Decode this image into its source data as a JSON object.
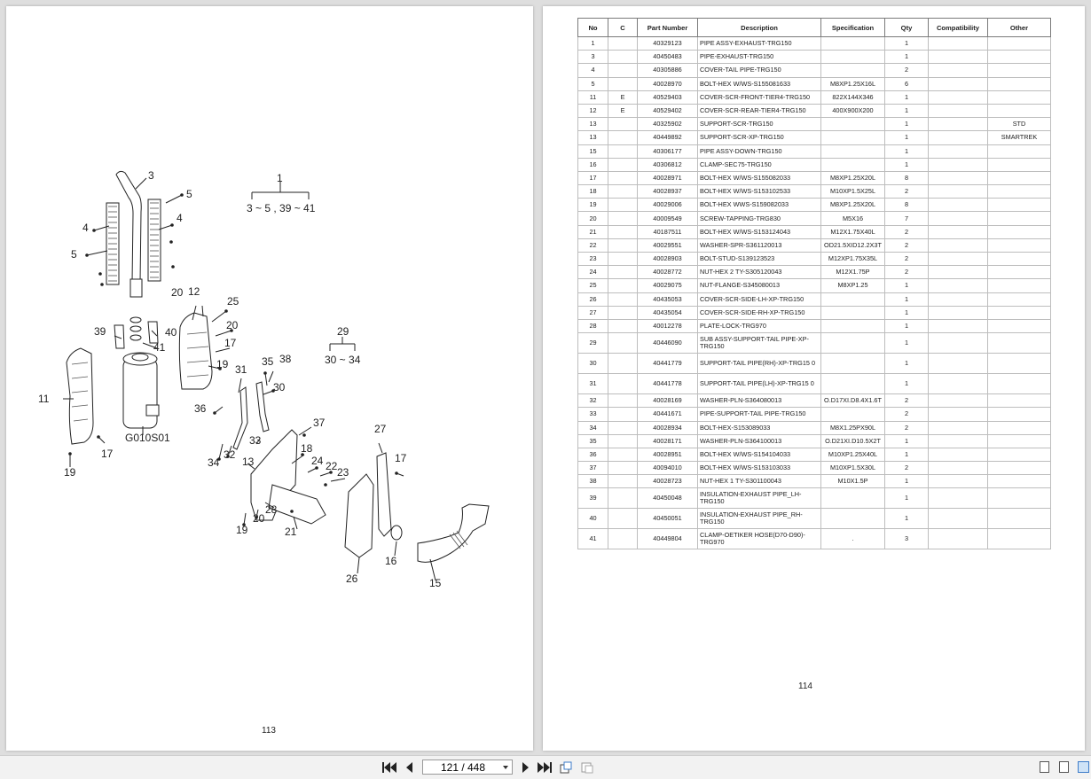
{
  "viewer": {
    "page_indicator": "121 / 448",
    "icons": {
      "first": "first-page-icon",
      "prev": "previous-page-icon",
      "next": "next-page-icon",
      "last": "last-page-icon",
      "rotate": "rotate-view-icon",
      "fit": "fit-page-icon",
      "single": "single-page-view-icon",
      "continuous": "continuous-view-icon",
      "facing": "facing-pages-view-icon"
    }
  },
  "left_page": {
    "page_number": "113",
    "callouts": {
      "c1": "1",
      "c1_range": "3 ~ 5 , 39 ~ 41",
      "c29": "29",
      "c29_range": "30 ~ 34",
      "c3": "3",
      "c5a": "5",
      "c4a": "4",
      "c4b": "4",
      "c5b": "5",
      "c20a": "20",
      "c12": "12",
      "c25": "25",
      "c20b": "20",
      "c17a": "17",
      "c39": "39",
      "c40": "40",
      "c41": "41",
      "c19a": "19",
      "c31": "31",
      "c35": "35",
      "c38": "38",
      "c30": "30",
      "c36": "36",
      "c11": "11",
      "model": "G010S01",
      "c17b": "17",
      "c19b": "19",
      "c37": "37",
      "c33": "33",
      "c18": "18",
      "c27": "27",
      "c17c": "17",
      "c34": "34",
      "c32": "32",
      "c13": "13",
      "c24": "24",
      "c22": "22",
      "c23": "23",
      "c28": "28",
      "c20c": "20",
      "c19c": "19",
      "c21": "21",
      "c16": "16",
      "c26": "26",
      "c15": "15"
    }
  },
  "right_page": {
    "page_number": "114",
    "headers": [
      "No",
      "C",
      "Part Number",
      "Description",
      "Specification",
      "Qty",
      "Compatibility",
      "Other"
    ],
    "rows": [
      [
        "1",
        "",
        "40329123",
        "PIPE ASSY-EXHAUST-TRG150",
        "",
        "1",
        "",
        ""
      ],
      [
        "3",
        "",
        "40450483",
        "PIPE-EXHAUST-TRG150",
        "",
        "1",
        "",
        ""
      ],
      [
        "4",
        "",
        "40305886",
        "COVER-TAIL PIPE-TRG150",
        "",
        "2",
        "",
        ""
      ],
      [
        "5",
        "",
        "40028970",
        "BOLT-HEX W/WS-S155081633",
        "M8XP1.25X16L",
        "6",
        "",
        ""
      ],
      [
        "11",
        "E",
        "40529403",
        "COVER-SCR-FRONT-TIER4-TRG150",
        "822X144X346",
        "1",
        "",
        ""
      ],
      [
        "12",
        "E",
        "40529402",
        "COVER-SCR-REAR-TIER4-TRG150",
        "400X900X200",
        "1",
        "",
        ""
      ],
      [
        "13",
        "",
        "40325902",
        "SUPPORT-SCR-TRG150",
        "",
        "1",
        "",
        "STD"
      ],
      [
        "13",
        "",
        "40449892",
        "SUPPORT-SCR-XP-TRG150",
        "",
        "1",
        "",
        "SMARTREK"
      ],
      [
        "15",
        "",
        "40306177",
        "PIPE ASSY-DOWN-TRG150",
        "",
        "1",
        "",
        ""
      ],
      [
        "16",
        "",
        "40306812",
        "CLAMP-SEC75-TRG150",
        "",
        "1",
        "",
        ""
      ],
      [
        "17",
        "",
        "40028971",
        "BOLT-HEX W/WS-S155082033",
        "M8XP1.25X20L",
        "8",
        "",
        ""
      ],
      [
        "18",
        "",
        "40028937",
        "BOLT-HEX W/WS-S153102533",
        "M10XP1.5X25L",
        "2",
        "",
        ""
      ],
      [
        "19",
        "",
        "40029006",
        "BOLT-HEX WWS-S159082033",
        "M8XP1.25X20L",
        "8",
        "",
        ""
      ],
      [
        "20",
        "",
        "40009549",
        "SCREW-TAPPING-TRG830",
        "M5X16",
        "7",
        "",
        ""
      ],
      [
        "21",
        "",
        "40187511",
        "BOLT-HEX W/WS-S153124043",
        "M12X1.75X40L",
        "2",
        "",
        ""
      ],
      [
        "22",
        "",
        "40029551",
        "WASHER-SPR-S361120013",
        "OD21.5XID12.2X3T",
        "2",
        "",
        ""
      ],
      [
        "23",
        "",
        "40028903",
        "BOLT-STUD-S139123523",
        "M12XP1.75X35L",
        "2",
        "",
        ""
      ],
      [
        "24",
        "",
        "40028772",
        "NUT-HEX 2 TY-S305120043",
        "M12X1.75P",
        "2",
        "",
        ""
      ],
      [
        "25",
        "",
        "40029075",
        "NUT-FLANGE-S345080013",
        "M8XP1.25",
        "1",
        "",
        ""
      ],
      [
        "26",
        "",
        "40435053",
        "COVER-SCR-SIDE-LH-XP-TRG150",
        "",
        "1",
        "",
        ""
      ],
      [
        "27",
        "",
        "40435054",
        "COVER-SCR-SIDE-RH-XP-TRG150",
        "",
        "1",
        "",
        ""
      ],
      [
        "28",
        "",
        "40012278",
        "PLATE-LOCK-TRG970",
        "",
        "1",
        "",
        ""
      ],
      [
        "29",
        "",
        "40446090",
        "SUB ASSY-SUPPORT-TAIL PIPE-XP-TRG150",
        "",
        "1",
        "",
        ""
      ],
      [
        "30",
        "",
        "40441779",
        "SUPPORT-TAIL PIPE(RH)-XP-TRG15 0",
        "",
        "1",
        "",
        ""
      ],
      [
        "31",
        "",
        "40441778",
        "SUPPORT-TAIL PIPE(LH)-XP-TRG15 0",
        "",
        "1",
        "",
        ""
      ],
      [
        "32",
        "",
        "40028169",
        "WASHER-PLN-S364080013",
        "O.D17XI.D8.4X1.6T",
        "2",
        "",
        ""
      ],
      [
        "33",
        "",
        "40441671",
        "PIPE-SUPPORT-TAIL PIPE-TRG150",
        "",
        "2",
        "",
        ""
      ],
      [
        "34",
        "",
        "40028934",
        "BOLT-HEX-S153089033",
        "M8X1.25PX90L",
        "2",
        "",
        ""
      ],
      [
        "35",
        "",
        "40028171",
        "WASHER-PLN-S364100013",
        "O.D21XI.D10.5X2T",
        "1",
        "",
        ""
      ],
      [
        "36",
        "",
        "40028951",
        "BOLT-HEX W/WS-S154104033",
        "M10XP1.25X40L",
        "1",
        "",
        ""
      ],
      [
        "37",
        "",
        "40094010",
        "BOLT-HEX W/WS-S153103033",
        "M10XP1.5X30L",
        "2",
        "",
        ""
      ],
      [
        "38",
        "",
        "40028723",
        "NUT-HEX 1 TY-S301100043",
        "M10X1.5P",
        "1",
        "",
        ""
      ],
      [
        "39",
        "",
        "40450048",
        "INSULATION-EXHAUST PIPE_LH-TRG150",
        "",
        "1",
        "",
        ""
      ],
      [
        "40",
        "",
        "40450051",
        "INSULATION-EXHAUST PIPE_RH-TRG150",
        "",
        "1",
        "",
        ""
      ],
      [
        "41",
        "",
        "40449804",
        "CLAMP-OETIKER HOSE(D70-D90)-TRG970",
        ".",
        "3",
        "",
        ""
      ]
    ]
  }
}
